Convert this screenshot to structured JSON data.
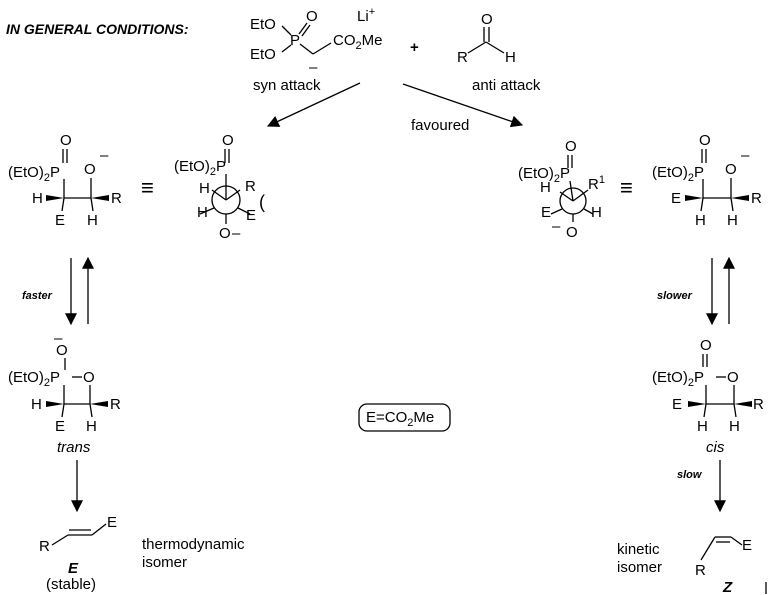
{
  "header": {
    "general_conditions": "IN GENERAL CONDITIONS:"
  },
  "reagent": {
    "eto": "EtO",
    "p": "P",
    "o": "O",
    "li": "Li",
    "plus_sup": "+",
    "co2me": "CO",
    "co2me_2": "2",
    "co2me_3": "Me",
    "minus": "–"
  },
  "aldehyde": {
    "plus_sign": "+",
    "o": "O",
    "r": "R",
    "h": "H"
  },
  "attacks": {
    "syn": "syn attack",
    "anti": "anti attack",
    "favoured": "favoured"
  },
  "common": {
    "eto2": "(EtO)",
    "sub2": "2",
    "p": "P",
    "o": "O",
    "h": "H",
    "e": "E",
    "r": "R",
    "r1": "1",
    "minus": "–",
    "equiv": "≡"
  },
  "steps": {
    "faster": "faster",
    "slower": "slower",
    "slow": "slow"
  },
  "stereo": {
    "trans": "trans",
    "cis": "cis"
  },
  "legend": {
    "text1": "E=CO",
    "sub": "2",
    "text2": "Me"
  },
  "products": {
    "e_label": "E",
    "e_desc": "(stable)",
    "e_type1": "thermodynamic",
    "e_type2": "isomer",
    "z_label": "Z",
    "z_type1": "kinetic",
    "z_type2": "isomer"
  }
}
